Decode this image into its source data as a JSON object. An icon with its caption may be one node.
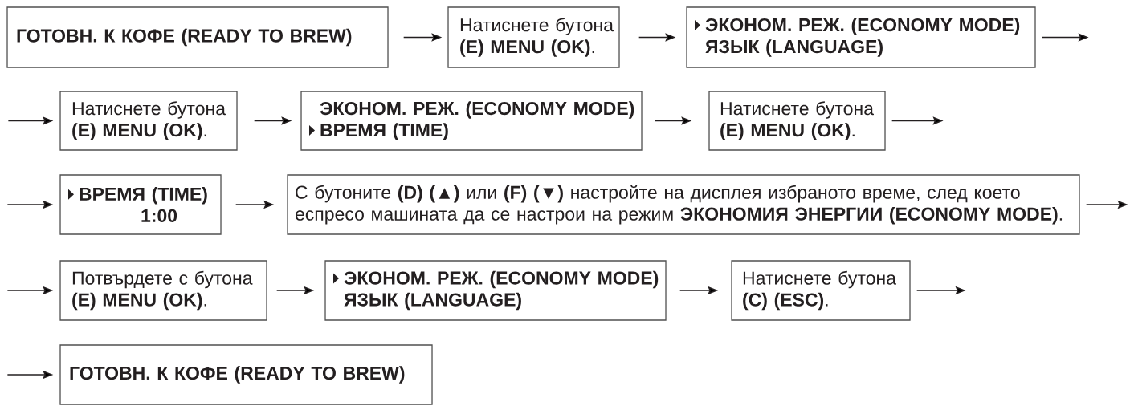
{
  "diagram": {
    "nodes": [
      {
        "text": [
          "ГОТОВН. К КОФЕ (READY TO BREW)"
        ]
      },
      {
        "text": [
          "Натиснете бутона **(E) MENU (OK)**."
        ]
      },
      {
        "text": [
          "ЭКОНОМ. РЕЖ. (ECONOMY MODE)",
          "ЯЗЫК (LANGUAGE)"
        ]
      },
      {
        "text": [
          "Натиснете бутона **(E) MENU (OK)**."
        ]
      },
      {
        "text": [
          "ЭКОНОМ. РЕЖ. (ECONOMY MODE)",
          "ВРЕМЯ (TIME)"
        ]
      },
      {
        "text": [
          "Натиснете бутона **(E) MENU (OK)**."
        ]
      },
      {
        "text": [
          "ВРЕМЯ (TIME)",
          "1:00"
        ]
      },
      {
        "text": [
          "С бутоните **(D) (▲)** или **(F) (▼)** настройте на дисплея избраното време, след което еспресо машината да се настрои на режим **ЭКОНОМИЯ ЭНЕРГИИ (ECONOMY MODE)**."
        ]
      },
      {
        "text": [
          "Потвърдете с бутона **(E) MENU (OK)**."
        ]
      },
      {
        "text": [
          "ЭКОНОМ. РЕЖ. (ECONOMY MODE)",
          "ЯЗЫК (LANGUAGE)"
        ]
      },
      {
        "text": [
          "Натиснете бутона **(C) (ESC)**."
        ]
      },
      {
        "text": [
          "ГОТОВН. К КОФЕ (READY TO BREW)"
        ]
      }
    ],
    "edges": [
      {
        "from": 0,
        "to": 1,
        "arrow": "to"
      },
      {
        "from": 1,
        "to": 2,
        "arrow": "to"
      },
      {
        "from": 2,
        "to": null,
        "arrow": "to"
      },
      {
        "from": null,
        "to": 3,
        "arrow": "to"
      },
      {
        "from": 3,
        "to": 4,
        "arrow": "to"
      },
      {
        "from": 4,
        "to": 5,
        "arrow": "to"
      },
      {
        "from": 5,
        "to": null,
        "arrow": "to"
      },
      {
        "from": null,
        "to": 6,
        "arrow": "to"
      },
      {
        "from": 6,
        "to": 7,
        "arrow": "to"
      },
      {
        "from": 7,
        "to": null,
        "arrow": "to"
      },
      {
        "from": null,
        "to": 8,
        "arrow": "to"
      },
      {
        "from": 8,
        "to": 9,
        "arrow": "to"
      },
      {
        "from": 9,
        "to": 10,
        "arrow": "to"
      },
      {
        "from": 10,
        "to": null,
        "arrow": "to"
      },
      {
        "from": null,
        "to": 11,
        "arrow": "to"
      }
    ]
  }
}
